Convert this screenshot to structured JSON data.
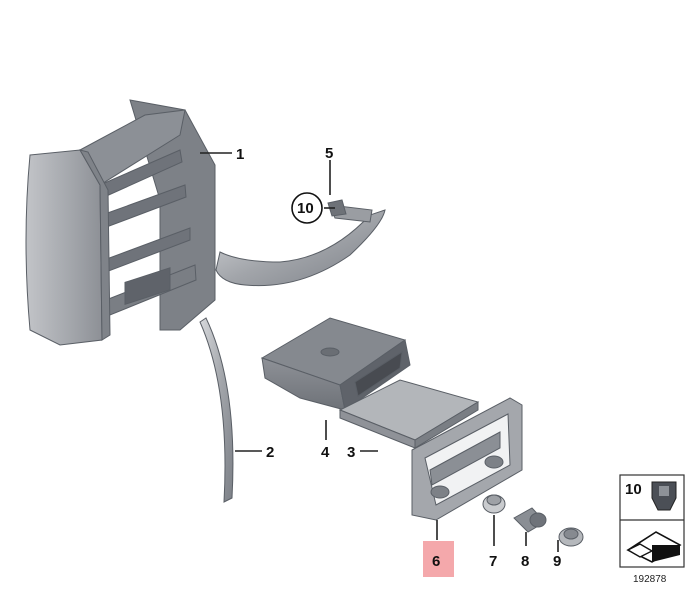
{
  "diagram": {
    "callouts": [
      {
        "id": "1",
        "label": "1"
      },
      {
        "id": "2",
        "label": "2"
      },
      {
        "id": "3",
        "label": "3"
      },
      {
        "id": "4",
        "label": "4"
      },
      {
        "id": "5",
        "label": "5"
      },
      {
        "id": "6",
        "label": "6",
        "highlighted": true
      },
      {
        "id": "7",
        "label": "7"
      },
      {
        "id": "8",
        "label": "8"
      },
      {
        "id": "9",
        "label": "9"
      },
      {
        "id": "10",
        "label": "10"
      }
    ],
    "legend_box": {
      "label": "10"
    },
    "reference_number": "192878",
    "colors": {
      "highlight": "#f4a8ab",
      "part_fill": "#a9acb1",
      "part_dark": "#6f737a",
      "part_light": "#cfd1d4"
    }
  }
}
